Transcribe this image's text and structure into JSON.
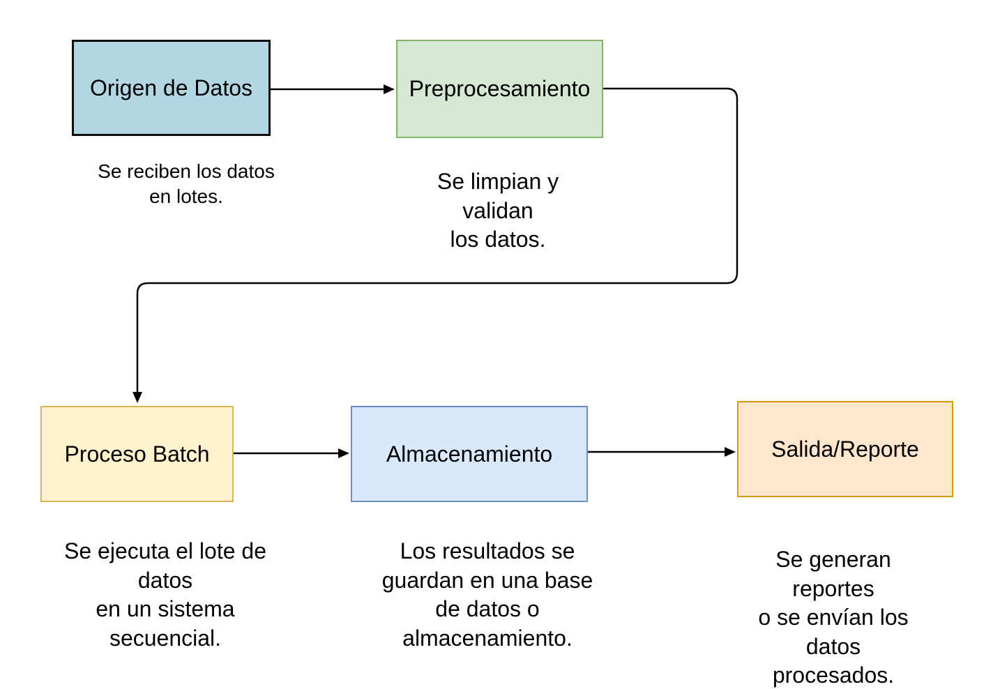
{
  "diagram": {
    "type": "flowchart",
    "background_color": "#ffffff",
    "edge_color": "#000000",
    "nodes": [
      {
        "id": "origen-de-datos",
        "label": "Origen de Datos",
        "caption": "Se reciben los datos\nen lotes.",
        "fill": "#b3d6e2",
        "border": "#0d0d0d"
      },
      {
        "id": "preprocesamiento",
        "label": "Preprocesamiento",
        "caption": "Se limpian y\nvalidan\nlos datos.",
        "fill": "#d5e8d4",
        "border": "#82b366"
      },
      {
        "id": "proceso-batch",
        "label": "Proceso Batch",
        "caption": "Se ejecuta el lote de\ndatos\nen un sistema\nsecuencial.",
        "fill": "#fff2cc",
        "border": "#d6b656"
      },
      {
        "id": "almacenamiento",
        "label": "Almacenamiento",
        "caption": "Los resultados se\nguardan en una base\nde datos o\nalmacenamiento.",
        "fill": "#dae8fc",
        "border": "#6c8ebf"
      },
      {
        "id": "salida-reporte",
        "label": "Salida/Reporte",
        "caption": "Se generan reportes\no se envían los datos\nprocesados.",
        "fill": "#ffe6cc",
        "border": "#d79b00"
      }
    ],
    "edges": [
      {
        "from": "Origen de Datos",
        "to": "Preprocesamiento"
      },
      {
        "from": "Preprocesamiento",
        "to": "Proceso Batch"
      },
      {
        "from": "Proceso Batch",
        "to": "Almacenamiento"
      },
      {
        "from": "Almacenamiento",
        "to": "Salida/Reporte"
      }
    ]
  }
}
